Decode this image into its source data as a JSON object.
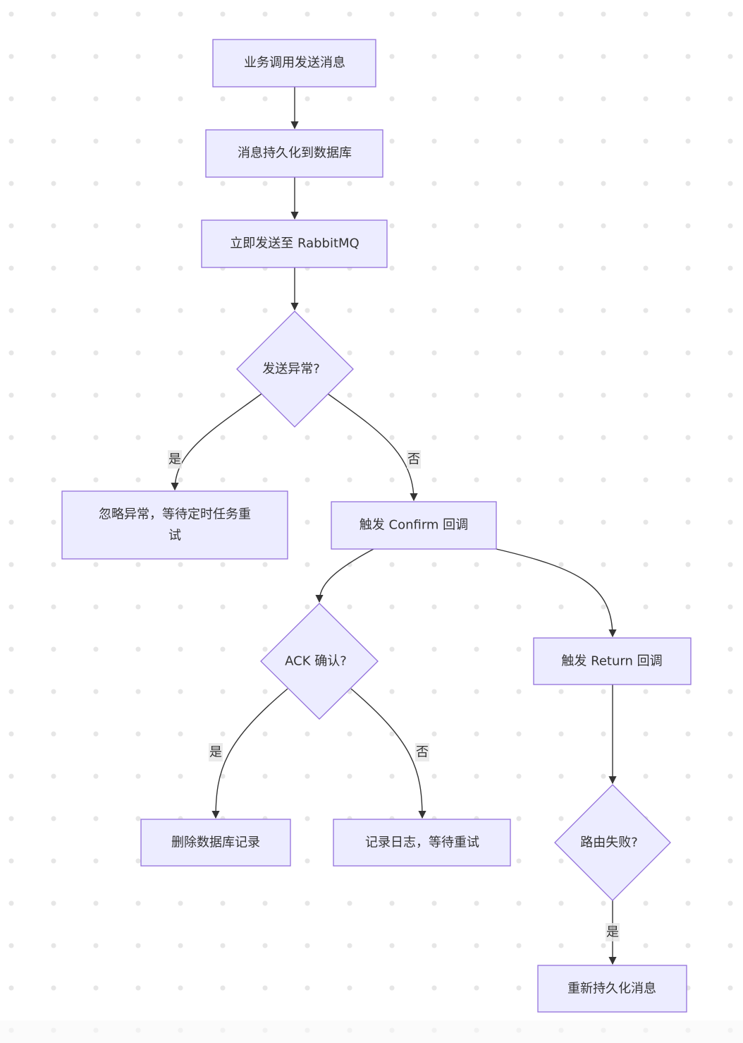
{
  "diagram": {
    "type": "flowchart",
    "colors": {
      "node_fill": "#ececff",
      "node_stroke": "#9370db",
      "edge": "#333333",
      "text": "#333333",
      "label_bg": "#e8e8e8"
    },
    "nodes": {
      "send": {
        "label": "业务调用发送消息",
        "shape": "rect"
      },
      "persist": {
        "label": "消息持久化到数据库",
        "shape": "rect"
      },
      "publish": {
        "label": "立即发送至 RabbitMQ",
        "shape": "rect"
      },
      "send_error": {
        "label": "发送异常?",
        "shape": "diamond"
      },
      "ignore": {
        "label_lines": [
          "忽略异常，等待定时任务重",
          "试"
        ],
        "shape": "rect"
      },
      "confirm": {
        "label": "触发 Confirm 回调",
        "shape": "rect"
      },
      "ack": {
        "label": "ACK 确认?",
        "shape": "diamond"
      },
      "return_cb": {
        "label": "触发 Return 回调",
        "shape": "rect"
      },
      "delete": {
        "label": "删除数据库记录",
        "shape": "rect"
      },
      "log": {
        "label": "记录日志，等待重试",
        "shape": "rect"
      },
      "route_fail": {
        "label": "路由失败?",
        "shape": "diamond"
      },
      "repersist": {
        "label": "重新持久化消息",
        "shape": "rect"
      }
    },
    "edges": [
      {
        "from": "send",
        "to": "persist",
        "label": ""
      },
      {
        "from": "persist",
        "to": "publish",
        "label": ""
      },
      {
        "from": "publish",
        "to": "send_error",
        "label": ""
      },
      {
        "from": "send_error",
        "to": "ignore",
        "label": "是"
      },
      {
        "from": "send_error",
        "to": "confirm",
        "label": "否"
      },
      {
        "from": "confirm",
        "to": "ack",
        "label": ""
      },
      {
        "from": "confirm",
        "to": "return_cb",
        "label": ""
      },
      {
        "from": "ack",
        "to": "delete",
        "label": "是"
      },
      {
        "from": "ack",
        "to": "log",
        "label": "否"
      },
      {
        "from": "return_cb",
        "to": "route_fail",
        "label": ""
      },
      {
        "from": "route_fail",
        "to": "repersist",
        "label": "是"
      }
    ]
  }
}
